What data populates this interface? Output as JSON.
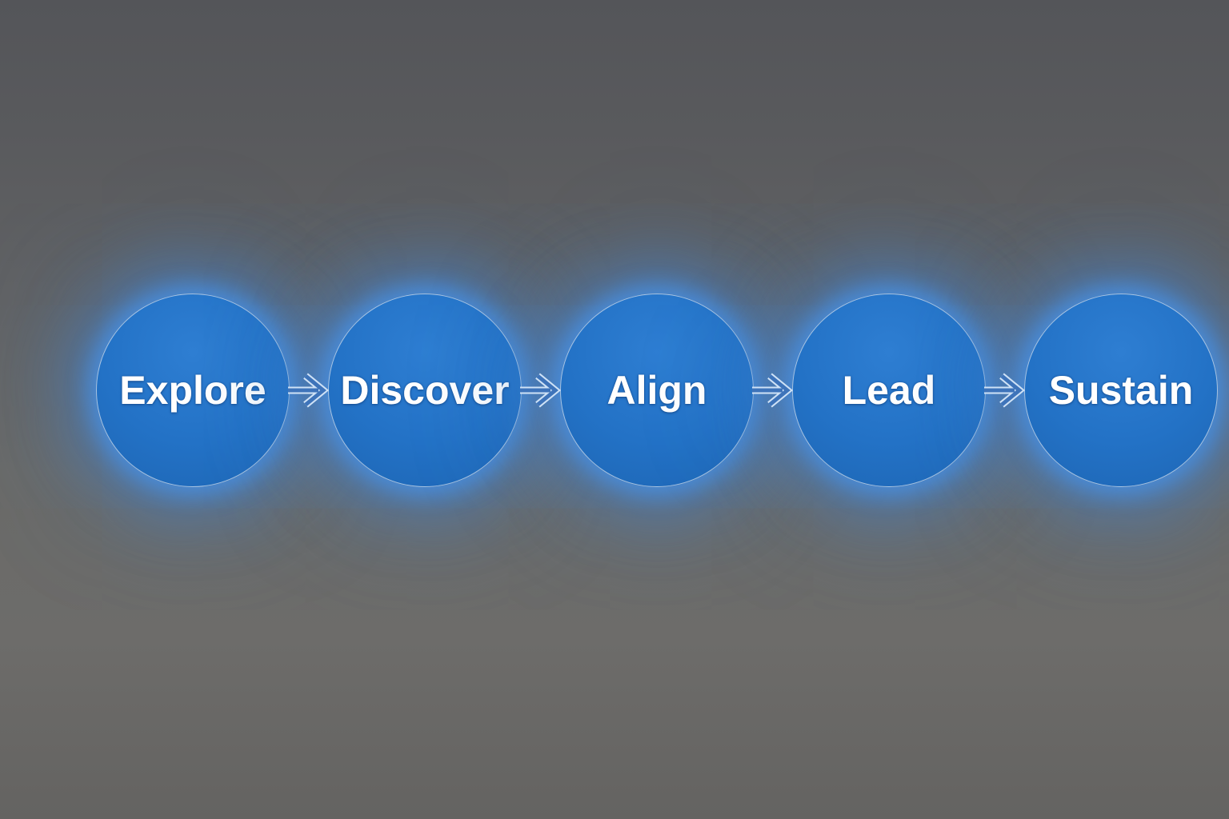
{
  "diagram": {
    "name": "process-flow-diagram",
    "steps": [
      {
        "label": "Explore"
      },
      {
        "label": "Discover"
      },
      {
        "label": "Align"
      },
      {
        "label": "Lead"
      },
      {
        "label": "Sustain"
      }
    ],
    "connector_icon": "arrow-right-icon",
    "colors": {
      "circle-fill": "#2372c6",
      "circle-fill-light": "#2e7ed2",
      "circle-fill-dark": "#1e66b4",
      "circle-border": "#d0e0f2",
      "glow": "#4a8fe2",
      "label-color": "#ffffff",
      "arrow-outline": "#cfe2f6",
      "arrow-core": "#3e74ba",
      "background-top": "#545559",
      "background-bottom": "#646361"
    }
  }
}
